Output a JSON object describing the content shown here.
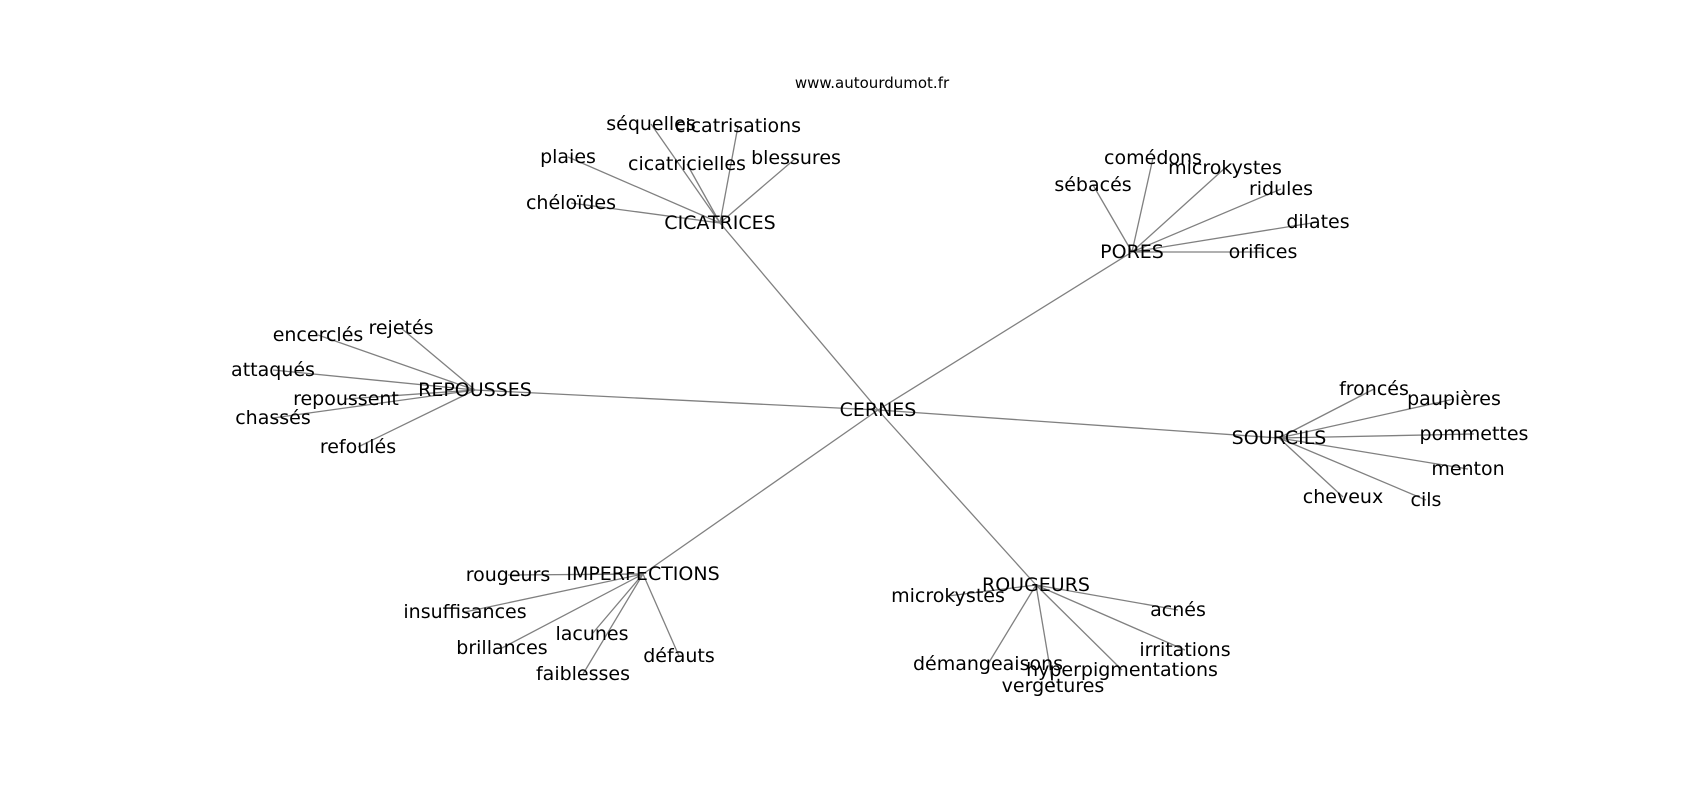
{
  "source_label": "www.autourdumot.fr",
  "graph": {
    "center": {
      "id": "cernes",
      "label": "CERNES"
    },
    "hubs": [
      {
        "id": "cicatrices",
        "label": "CICATRICES",
        "words": [
          {
            "id": "sequelles",
            "label": "séquelles"
          },
          {
            "id": "cicatrisations",
            "label": "cicatrisations"
          },
          {
            "id": "plaies",
            "label": "plaies"
          },
          {
            "id": "cicatricielles",
            "label": "cicatricielles"
          },
          {
            "id": "blessures",
            "label": "blessures"
          },
          {
            "id": "cheloides",
            "label": "chéloïdes"
          }
        ]
      },
      {
        "id": "pores",
        "label": "PORES",
        "words": [
          {
            "id": "comedons",
            "label": "comédons"
          },
          {
            "id": "microkystes-pores",
            "label": "microkystes"
          },
          {
            "id": "sebaces",
            "label": "sébacés"
          },
          {
            "id": "ridules",
            "label": "ridules"
          },
          {
            "id": "dilates",
            "label": "dilates"
          },
          {
            "id": "orifices",
            "label": "orifices"
          }
        ]
      },
      {
        "id": "repousses",
        "label": "REPOUSSES",
        "words": [
          {
            "id": "rejetes",
            "label": "rejetés"
          },
          {
            "id": "encercles",
            "label": "encerclés"
          },
          {
            "id": "attaques",
            "label": "attaqués"
          },
          {
            "id": "repoussent",
            "label": "repoussent"
          },
          {
            "id": "chasses",
            "label": "chassés"
          },
          {
            "id": "refoules",
            "label": "refoulés"
          }
        ]
      },
      {
        "id": "sourcils",
        "label": "SOURCILS",
        "words": [
          {
            "id": "fronces",
            "label": "froncés"
          },
          {
            "id": "paupieres",
            "label": "paupières"
          },
          {
            "id": "pommettes",
            "label": "pommettes"
          },
          {
            "id": "menton",
            "label": "menton"
          },
          {
            "id": "cheveux",
            "label": "cheveux"
          },
          {
            "id": "cils",
            "label": "cils"
          }
        ]
      },
      {
        "id": "imperfections",
        "label": "IMPERFECTIONS",
        "words": [
          {
            "id": "rougeurs-word",
            "label": "rougeurs"
          },
          {
            "id": "insuffisances",
            "label": "insuffisances"
          },
          {
            "id": "lacunes",
            "label": "lacunes"
          },
          {
            "id": "brillances",
            "label": "brillances"
          },
          {
            "id": "defauts",
            "label": "défauts"
          },
          {
            "id": "faiblesses",
            "label": "faiblesses"
          }
        ]
      },
      {
        "id": "rougeurs",
        "label": "ROUGEURS",
        "words": [
          {
            "id": "microkystes-rougeurs",
            "label": "microkystes"
          },
          {
            "id": "acnes",
            "label": "acnés"
          },
          {
            "id": "irritations",
            "label": "irritations"
          },
          {
            "id": "demangeaisons",
            "label": "démangeaisons"
          },
          {
            "id": "hyperpigmentations",
            "label": "hyperpigmentations"
          },
          {
            "id": "vergetures",
            "label": "vergetures"
          }
        ]
      }
    ]
  }
}
